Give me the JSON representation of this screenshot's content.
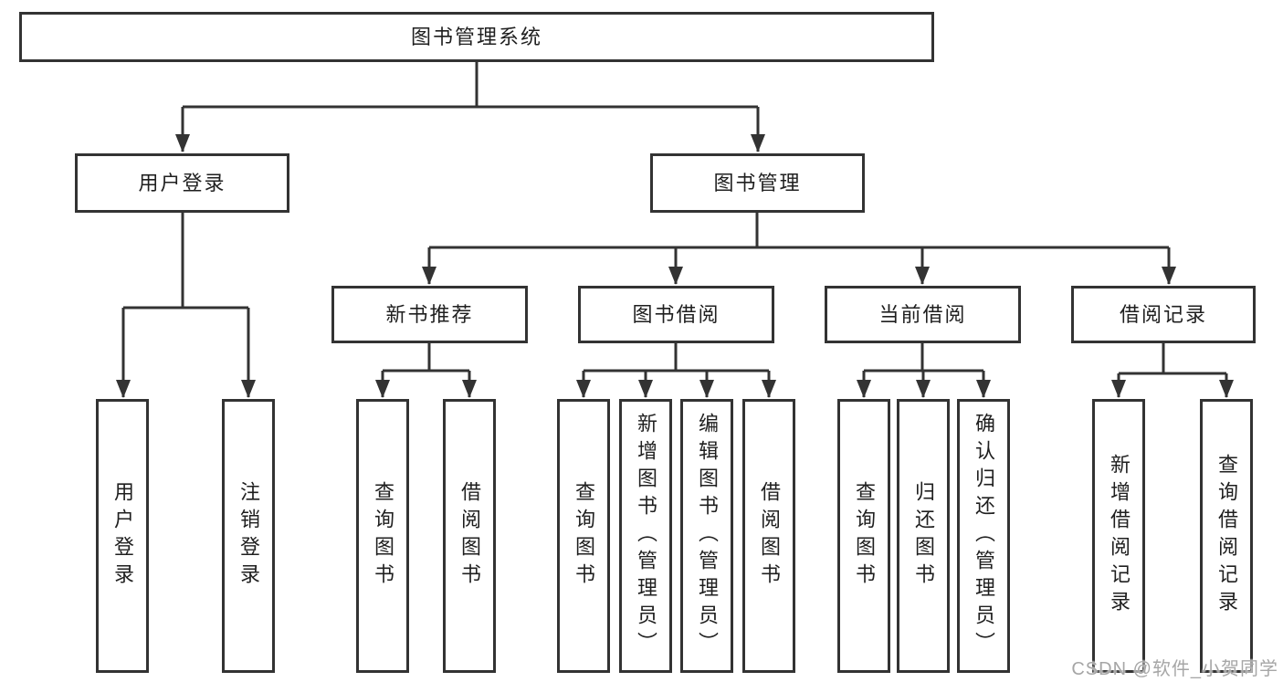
{
  "colors": {
    "line": "#333333",
    "text": "#1f1f1f",
    "watermark": "#a6a6a6",
    "background": "#ffffff"
  },
  "watermark": "CSDN @软件_小贺同学",
  "diagram": {
    "root": {
      "label": "图书管理系统",
      "children": [
        {
          "label": "用户登录",
          "children": [
            {
              "label": "用户登录"
            },
            {
              "label": "注销登录"
            }
          ]
        },
        {
          "label": "图书管理",
          "children": [
            {
              "label": "新书推荐",
              "children": [
                {
                  "label": "查询图书"
                },
                {
                  "label": "借阅图书"
                }
              ]
            },
            {
              "label": "图书借阅",
              "children": [
                {
                  "label": "查询图书"
                },
                {
                  "label": "新增图书（管理员）"
                },
                {
                  "label": "编辑图书（管理员）"
                },
                {
                  "label": "借阅图书"
                }
              ]
            },
            {
              "label": "当前借阅",
              "children": [
                {
                  "label": "查询图书"
                },
                {
                  "label": "归还图书"
                },
                {
                  "label": "确认归还（管理员）"
                }
              ]
            },
            {
              "label": "借阅记录",
              "children": [
                {
                  "label": "新增借阅记录"
                },
                {
                  "label": "查询借阅记录"
                }
              ]
            }
          ]
        }
      ]
    }
  }
}
